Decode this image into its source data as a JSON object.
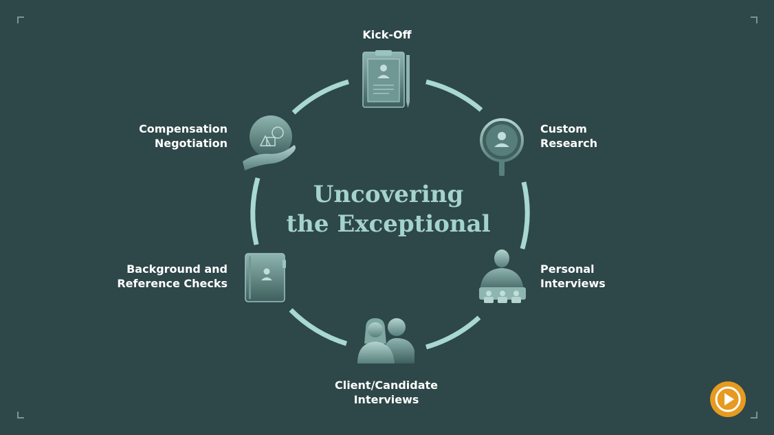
{
  "diagram": {
    "title_line1": "Uncovering",
    "title_line2": "the Exceptional",
    "stages": {
      "kickoff": {
        "line1": "Kick-Off",
        "icon": "clipboard-icon"
      },
      "research": {
        "line1": "Custom",
        "line2": "Research",
        "icon": "magnifier-icon"
      },
      "personal": {
        "line1": "Personal",
        "line2": "Interviews",
        "icon": "interview-panel-icon"
      },
      "client": {
        "line1": "Client/Candidate",
        "line2": "Interviews",
        "icon": "two-people-icon"
      },
      "background": {
        "line1": "Background and",
        "line2": "Reference Checks",
        "icon": "notebook-icon"
      },
      "compensation": {
        "line1": "Compensation",
        "line2": "Negotiation",
        "icon": "hand-shapes-icon"
      }
    }
  },
  "controls": {
    "play_icon": "play-icon"
  },
  "colors": {
    "background": "#2e4749",
    "ring": "#a8d8d0",
    "title": "#a4d3cb",
    "label": "#ffffff",
    "play": "#e69a20"
  }
}
